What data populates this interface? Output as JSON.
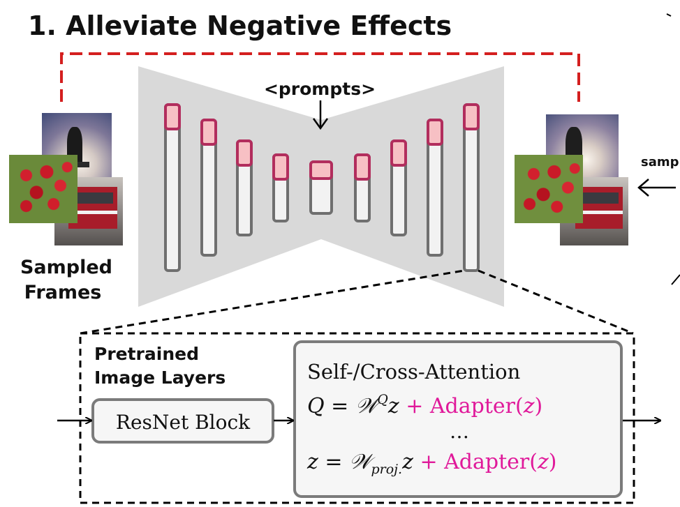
{
  "title": "1. Alleviate Negative Effects",
  "prompts_label": "<prompts>",
  "sampled_frames": {
    "line1": "Sampled",
    "line2": "Frames"
  },
  "sample_label": "sample",
  "pretrained": {
    "line1": "Pretrained",
    "line2": "Image Layers"
  },
  "resnet_block": "ResNet Block",
  "attention": {
    "title": "Self-/Cross-Attention",
    "eq1": {
      "q": "Q",
      "eq": " = ",
      "w": "𝒲",
      "sup": "Q",
      "z": "z",
      "adapter": " + Adapter(",
      "zarg": "z",
      "close": ")"
    },
    "ellipsis": "…",
    "eq2": {
      "z": "z",
      "eq": " = ",
      "w": "𝒲",
      "sub": "proj.",
      "z2": "z",
      "adapter": " + Adapter(",
      "zarg": "z",
      "close": ")"
    }
  },
  "colors": {
    "accent": "#d41f1f",
    "magenta": "#e0199a",
    "layer_top": "#f7c0c4",
    "layer_border": "#b22d5d",
    "unet": "#d9d9d9"
  }
}
